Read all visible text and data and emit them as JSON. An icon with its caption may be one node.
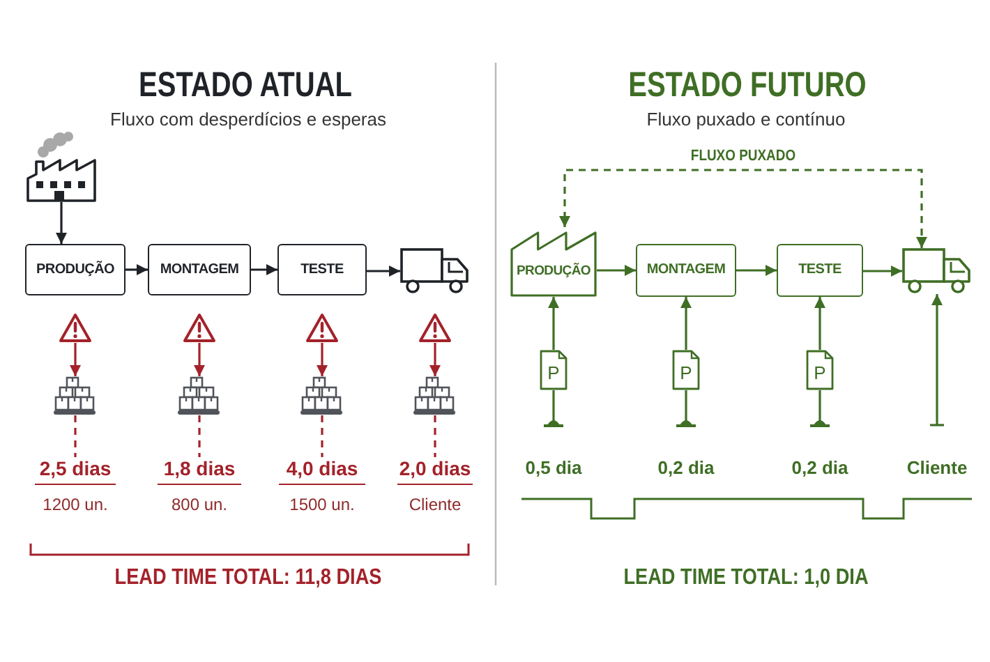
{
  "diagram": {
    "nodes": [
      {
        "text": [],
        "shape": "picture"
      },
      {
        "text": [
          "PRODUÇÃO"
        ]
      },
      {
        "text": [
          "MONTAGEM"
        ]
      },
      {
        "text": [
          "TESTE"
        ]
      },
      {
        "text": [],
        "shape": "picture"
      },
      {
        "text": [],
        "shape": "picture"
      },
      {
        "text": [],
        "shape": "picture"
      },
      {
        "text": [],
        "shape": "picture"
      },
      {
        "text": [],
        "shape": "picture"
      },
      {
        "text": [],
        "shape": "picture"
      },
      {
        "text": [],
        "shape": "picture"
      },
      {
        "text": [],
        "shape": "picture"
      },
      {
        "text": [],
        "shape": "picture"
      },
      {
        "text": [
          "2,5 dias"
        ],
        "beside": [
          "1200 un."
        ]
      },
      {
        "text": [
          "1,8 dias"
        ],
        "beside": [
          "800 un."
        ]
      },
      {
        "text": [
          "4,0 dias"
        ],
        "beside": [
          "1500 un."
        ]
      },
      {
        "text": [
          "2,0 dias"
        ],
        "beside": [
          "Cliente"
        ]
      },
      {
        "text": [
          "PRODUÇÃO"
        ]
      },
      {
        "text": [
          "MONTAGEM"
        ]
      },
      {
        "text": [
          "TESTE"
        ]
      },
      {
        "text": [],
        "shape": "picture"
      },
      {
        "text": [
          "P"
        ]
      },
      {
        "text": [
          "P"
        ]
      },
      {
        "text": [
          "P"
        ]
      }
    ],
    "edges": [
      {
        "from": 0,
        "to": 1,
        "arrow": "to",
        "color": "#1f2328"
      },
      {
        "from": 1,
        "to": 2,
        "arrow": "to",
        "color": "#1f2328"
      },
      {
        "from": 2,
        "to": 3,
        "arrow": "to",
        "color": "#1f2328"
      },
      {
        "from": 3,
        "to": 4,
        "arrow": "to",
        "color": "#1f2328"
      },
      {
        "from": 5,
        "to": 9,
        "arrow": "to",
        "color": "#a3222a"
      },
      {
        "from": 6,
        "to": 10,
        "arrow": "to",
        "color": "#a3222a"
      },
      {
        "from": 7,
        "to": 11,
        "arrow": "to",
        "color": "#a3222a"
      },
      {
        "from": 8,
        "to": 12,
        "arrow": "to",
        "color": "#a3222a"
      },
      {
        "from": 9,
        "to": 13,
        "arrow": "none",
        "style": "dashed",
        "color": "#a3222a"
      },
      {
        "from": 10,
        "to": 14,
        "arrow": "none",
        "style": "dashed",
        "color": "#a3222a"
      },
      {
        "from": 11,
        "to": 15,
        "arrow": "none",
        "style": "dashed",
        "color": "#a3222a"
      },
      {
        "from": 12,
        "to": 16,
        "arrow": "none",
        "style": "dashed",
        "color": "#a3222a"
      },
      {
        "from": 17,
        "to": 18,
        "arrow": "to"
      },
      {
        "from": 18,
        "to": 19,
        "arrow": "to"
      },
      {
        "from": 19,
        "to": 20,
        "arrow": "to"
      },
      {
        "from": 20,
        "to": 17,
        "arrow": "both",
        "style": "dashed",
        "label": "FLUXO PUXADO"
      },
      {
        "from": 21,
        "to": 17,
        "arrow": "to"
      },
      {
        "from": 22,
        "to": 18,
        "arrow": "to"
      },
      {
        "from": 23,
        "to": 19,
        "arrow": "to"
      },
      {
        "from": null,
        "to": 21,
        "arrow": "other"
      },
      {
        "from": null,
        "to": 22,
        "arrow": "other"
      },
      {
        "from": null,
        "to": 23,
        "arrow": "other"
      },
      {
        "from": null,
        "to": 20,
        "arrow": "to"
      }
    ],
    "labels": [
      "ESTADO ATUAL",
      "Fluxo com desperdícios e esperas",
      "LEAD TIME TOTAL: 11,8 DIAS",
      "ESTADO FUTURO",
      "Fluxo puxado e contínuo",
      "0,5 dia",
      "0,2 dia",
      "0,2 dia",
      "Cliente",
      "LEAD TIME TOTAL: 1,0 DIA"
    ]
  }
}
